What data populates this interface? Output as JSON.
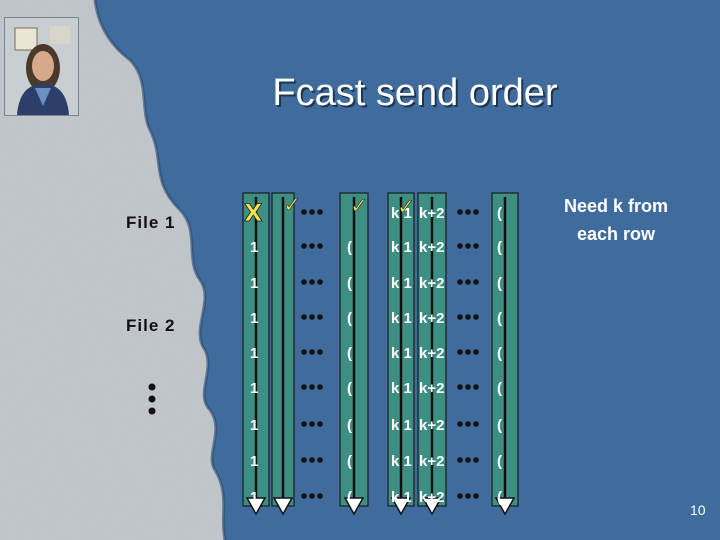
{
  "slide": {
    "title": "Fcast send order",
    "file1_label": "File 1",
    "file2_label": "File 2",
    "note": "Need k from each row",
    "page_number": "10"
  },
  "grid": {
    "col1_text": "1",
    "colk1_text": "k+1",
    "colk2_text": "k+2",
    "colk1_visible_text": "k 1",
    "colk2_visible_text": "k+2",
    "row_count": 9,
    "ellipsis": "•••",
    "marks": [
      "X",
      "✓",
      "✓",
      "✓"
    ]
  },
  "colors": {
    "background": "#3f6c9c",
    "column_fill": "#3d8f84",
    "text": "#ffffff",
    "label": "#111111"
  }
}
